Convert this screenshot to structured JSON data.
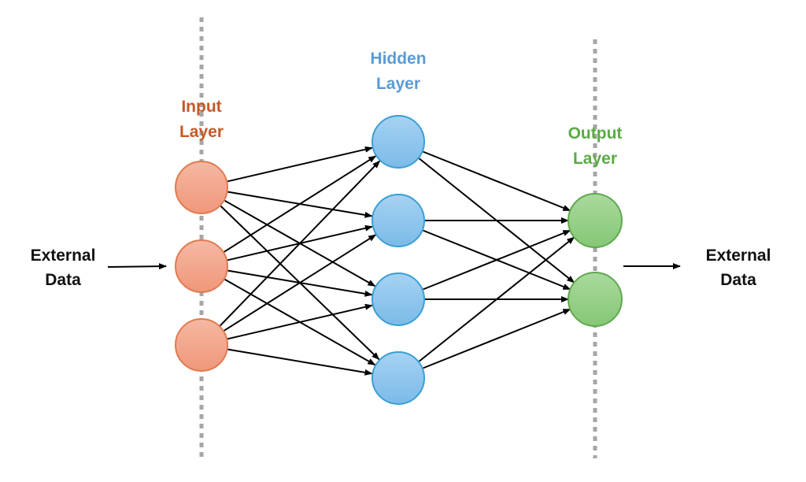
{
  "diagram": {
    "title": "Neural network layers",
    "layers": [
      {
        "id": "input",
        "label_line1": "Input",
        "label_line2": "Layer",
        "node_count": 3,
        "fill": "#f2a68c",
        "stroke": "#e07a52",
        "label_color": "#c55a28"
      },
      {
        "id": "hidden",
        "label_line1": "Hidden",
        "label_line2": "Layer",
        "node_count": 4,
        "fill": "#89c3ec",
        "stroke": "#3a9fd4",
        "label_color": "#5b9bd5"
      },
      {
        "id": "output",
        "label_line1": "Output",
        "label_line2": "Layer",
        "node_count": 2,
        "fill": "#93cf86",
        "stroke": "#5fa84e",
        "label_color": "#5aab45"
      }
    ],
    "external_in": {
      "line1": "External",
      "line2": "Data"
    },
    "external_out": {
      "line1": "External",
      "line2": "Data"
    },
    "connections": "fully-connected",
    "divider_color": "#a6a6a6",
    "edge_color": "#000000"
  }
}
